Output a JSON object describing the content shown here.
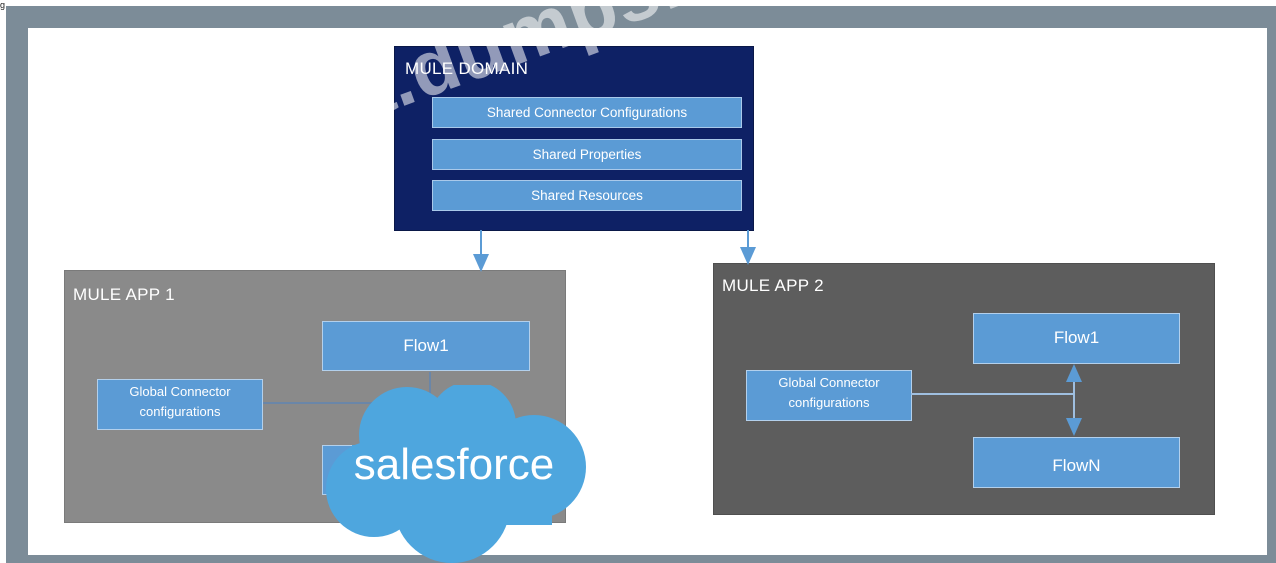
{
  "domain": {
    "title": "MULE DOMAIN",
    "items": [
      "Shared Connector Configurations",
      "Shared Properties",
      "Shared Resources"
    ]
  },
  "app1": {
    "title": "MULE APP 1",
    "flow": "Flow1",
    "global_config": [
      "Global Connector",
      "configurations"
    ]
  },
  "app2": {
    "title": "MULE APP 2",
    "flow1": "Flow1",
    "flowN": "FlowN",
    "global_config": [
      "Global Connector",
      "configurations"
    ]
  },
  "logo": {
    "text": "salesforce"
  },
  "watermark": "lea.dumps.com",
  "colors": {
    "frame": "#7c8c98",
    "domain_bg": "#0e2165",
    "box_blue": "#5b9bd5",
    "app1_bg": "#8a8a8a",
    "app2_bg": "#5d5d5d",
    "arrow": "#5b9bd5",
    "salesforce_cloud": "#4ea6de"
  }
}
